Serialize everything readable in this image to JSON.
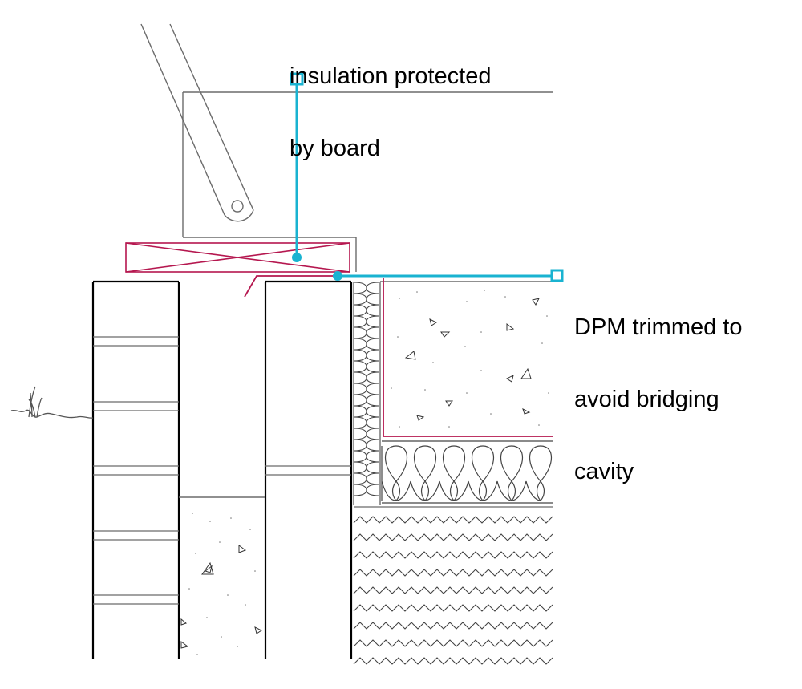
{
  "annotations": {
    "insulation": {
      "lines": [
        "insulation protected",
        "by board"
      ],
      "leader_color": "#19b3d1"
    },
    "dpm": {
      "lines": [
        "DPM trimmed to",
        "avoid bridging",
        "cavity"
      ],
      "leader_color": "#19b3d1"
    }
  },
  "colors": {
    "outline": "#000000",
    "fine_line": "#6b6b6b",
    "dpm_membrane": "#b5174f",
    "leader": "#19b3d1",
    "background": "#ffffff"
  },
  "components": [
    "door-frame-and-sash",
    "threshold-insulation-board",
    "outer-brick-leaf",
    "inner-block-leaf",
    "cavity",
    "cavity-fill-concrete",
    "cavity-wall-insulation",
    "floor-slab-concrete",
    "dpm-membrane",
    "floor-insulation",
    "hardcore-fill",
    "ground-line"
  ]
}
